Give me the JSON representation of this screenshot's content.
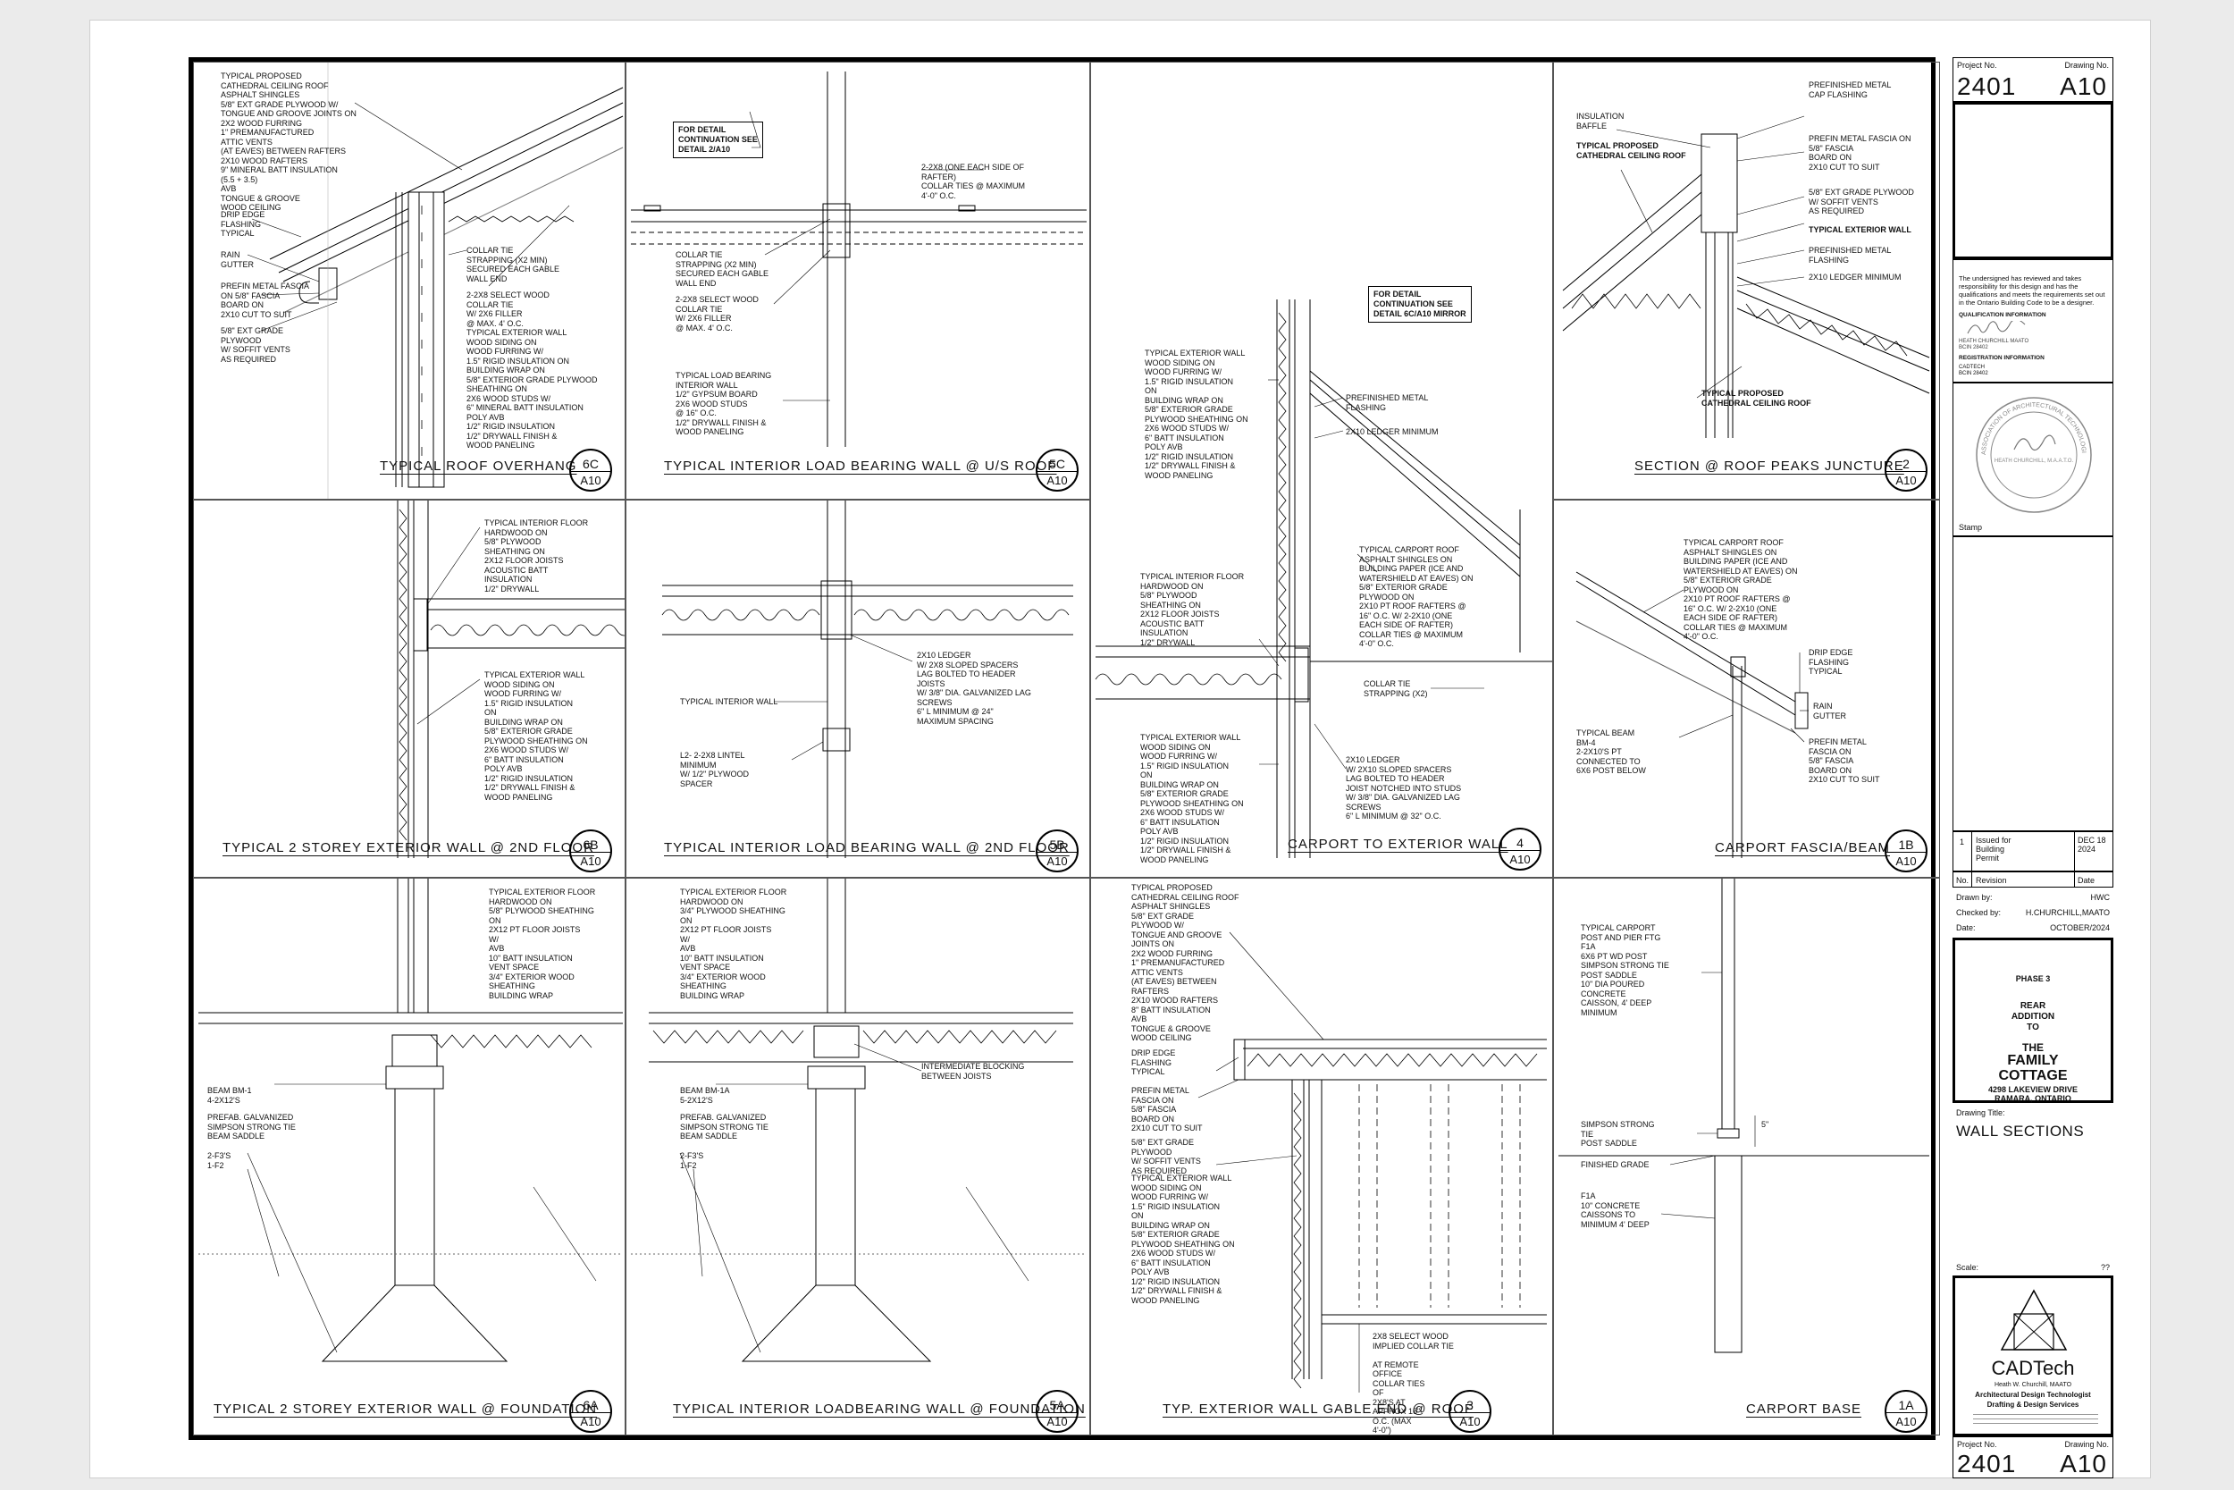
{
  "title_block": {
    "project_no_label": "Project No.",
    "drawing_no_label": "Drawing No.",
    "project_no": "2401",
    "drawing_no": "A10",
    "certification_text": "The undersigned has reviewed and takes responsibility for this design and has the qualifications and meets the requirements set out in the Ontario Building Code to be a designer.",
    "qualification_label": "QUALIFICATION INFORMATION",
    "qualification_name": "HEATH CHURCHILL MAATO",
    "qualification_bcin": "BCIN 28402",
    "registration_label": "REGISTRATION INFORMATION",
    "registration_name": "CADTECH",
    "registration_bcin": "BCIN 28402",
    "stamp_label": "Stamp",
    "seal_text": "ASSOCIATION OF ARCHITECTURAL TECHNOLOGISTS OF ONTARIO",
    "seal_inner": "HEATH CHURCHILL, M.A.A.T.O.",
    "revision": {
      "no": "1",
      "text": "Issued for Building Permit",
      "date": "DEC 18 2024"
    },
    "revision_headers": {
      "no": "No.",
      "revision": "Revision",
      "date": "Date"
    },
    "drawn_by_label": "Drawn by:",
    "drawn_by": "HWC",
    "checked_by_label": "Checked by:",
    "checked_by": "H.CHURCHILL,MAATO",
    "date_label": "Date:",
    "date": "OCTOBER/2024",
    "phase": "PHASE 3",
    "project_line1": "REAR",
    "project_line2": "ADDITION",
    "project_line3": "TO",
    "project_line4": "THE",
    "project_line5": "FAMILY",
    "project_line6": "COTTAGE",
    "address1": "4298 LAKEVIEW DRIVE",
    "address2": "RAMARA, ONTARIO",
    "drawing_title_label": "Drawing Title:",
    "drawing_title": "WALL SECTIONS",
    "scale_label": "Scale:",
    "scale": "??",
    "company_name": "CADTech",
    "company_person": "Heath W. Churchill, MAATO",
    "company_role": "Architectural Design Technologist",
    "company_services": "Drafting & Design Services"
  },
  "details": {
    "d6c": {
      "title": "TYPICAL ROOF OVERHANG",
      "num": "6C",
      "sheet": "A10"
    },
    "d5c": {
      "title": "TYPICAL INTERIOR LOAD BEARING WALL @ U/S ROOF",
      "num": "5C",
      "sheet": "A10"
    },
    "d4": {
      "title": "CARPORT TO EXTERIOR WALL",
      "num": "4",
      "sheet": "A10"
    },
    "d2": {
      "title": "SECTION @ ROOF PEAKS JUNCTURE",
      "num": "2",
      "sheet": "A10"
    },
    "d6b": {
      "title": "TYPICAL 2 STOREY EXTERIOR WALL @ 2ND FLOOR",
      "num": "6B",
      "sheet": "A10"
    },
    "d5b": {
      "title": "TYPICAL INTERIOR LOAD BEARING WALL @ 2ND FLOOR",
      "num": "5B",
      "sheet": "A10"
    },
    "d1b": {
      "title": "CARPORT FASCIA/BEAM",
      "num": "1B",
      "sheet": "A10"
    },
    "d6a": {
      "title": "TYPICAL 2 STOREY EXTERIOR WALL @ FOUNDATION",
      "num": "6A",
      "sheet": "A10"
    },
    "d5a": {
      "title": "TYPICAL INTERIOR LOADBEARING WALL @ FOUNDATION",
      "num": "5A",
      "sheet": "A10"
    },
    "d3": {
      "title": "TYP. EXTERIOR WALL GABLE END @ ROOF",
      "num": "3",
      "sheet": "A10"
    },
    "d1a": {
      "title": "CARPORT BASE",
      "num": "1A",
      "sheet": "A10"
    }
  },
  "notes": {
    "n6c_roof": "TYPICAL PROPOSED\nCATHEDRAL CEILING ROOF\nASPHALT SHINGLES\n5/8\" EXT GRADE PLYWOOD W/\nTONGUE AND GROOVE JOINTS ON\n2x2 WOOD FURRING\n1\" PREMANUFACTURED\nATTIC VENTS\n(AT EAVES) BETWEEN RAFTERS\n2x10 WOOD RAFTERS\n9\" MINERAL BATT INSULATION\n(5.5 + 3.5)\nAVB\nTONGUE & GROOVE\nWOOD CEILING",
    "n6c_drip": "DRIP EDGE\nFLASHING\nTYPICAL",
    "n6c_gutter": "RAIN\nGUTTER",
    "n6c_fascia": "PREFIN METAL FASCIA\nON 5/8\" FASCIA\nBOARD ON\n2x10 CUT TO SUIT",
    "n6c_ply": "5/8\" EXT GRADE\nPLYWOOD\nW/ SOFFIT VENTS\nAS REQUIRED",
    "n6c_tie": "COLLAR TIE\nSTRAPPING (X2 MIN)\nSECURED EACH GABLE\nWALL END",
    "n6c_collar": "2-2x8 SELECT WOOD\nCOLLAR TIE\nW/ 2X6 FILLER\n@ MAX. 4' O.C.",
    "n6c_wall": "TYPICAL EXTERIOR WALL\nWOOD SIDING ON\nWOOD FURRING W/\n1.5\" RIGID INSULATION ON\nBUILDING WRAP ON\n5/8\" EXTERIOR GRADE PLYWOOD\nSHEATHING ON\n2x6 WOOD STUDS W/\n6\" MINERAL BATT INSULATION\nPOLY AVB\n1/2\" RIGID INSULATION\n1/2\" DRYWALL FINISH &\nWOOD PANELING",
    "n5c_box": "FOR DETAIL\nCONTINUATION SEE\nDETAIL 2/A10",
    "n5c_collar2": "2-2x8 (ONE EACH SIDE OF\nRAFTER)\nCOLLAR TIES @ MAXIMUM\n4'-0\" O.C.",
    "n5c_tie": "COLLAR TIE\nSTRAPPING (X2 MIN)\nSECURED EACH GABLE\nWALL END",
    "n5c_collar": "2-2x8 SELECT WOOD\nCOLLAR TIE\nW/ 2X6 FILLER\n@ MAX. 4' O.C.",
    "n5c_wall": "TYPICAL LOAD BEARING\nINTERIOR WALL\n1/2\" GYPSUM BOARD\n2x6 WOOD STUDS\n@ 16\" O.C.\n1/2\" DRYWALL FINISH &\nWOOD PANELING",
    "n4_box": "FOR DETAIL\nCONTINUATION SEE\nDETAIL 6C/A10 MIRROR",
    "n4_flash": "PREFINISHED METAL\nFLASHING",
    "n4_ledger": "2x10 LEDGER MINIMUM",
    "n4_wall": "TYPICAL EXTERIOR WALL\nWOOD SIDING ON\nWOOD FURRING W/\n1.5\" RIGID INSULATION\nON\nBUILDING WRAP ON\n5/8\" EXTERIOR GRADE\nPLYWOOD SHEATHING ON\n2x6 WOOD STUDS W/\n6\" BATT INSULATION\nPOLY AVB\n1/2\" RIGID INSULATION\n1/2\" DRYWALL FINISH &\nWOOD PANELING",
    "n4_roof": "TYPICAL CARPORT ROOF\nASPHALT SHINGLES ON\nBUILDING PAPER (ICE AND\nWATERSHIELD AT EAVES) ON\n5/8\" EXTERIOR GRADE\nPLYWOOD ON\n2x10 PT ROOF RAFTERS @\n16\" O.C. W/ 2-2x10 (ONE\nEACH SIDE OF RAFTER)\nCOLLAR TIES @ MAXIMUM\n4'-0\" O.C.",
    "n4_floor": "TYPICAL INTERIOR FLOOR\nHARDWOOD ON\n5/8\" PLYWOOD\nSHEATHING ON\n2x12 FLOOR JOISTS\nACOUSTIC BATT\nINSULATION\n1/2\" DRYWALL",
    "n4_strap": "COLLAR TIE\nSTRAPPING (X2)",
    "n4_wall2": "TYPICAL EXTERIOR WALL\nWOOD SIDING ON\nWOOD FURRING W/\n1.5\" RIGID INSULATION\nON\nBUILDING WRAP ON\n5/8\" EXTERIOR GRADE\nPLYWOOD SHEATHING ON\n2x6 WOOD STUDS W/\n6\" BATT INSULATION\nPOLY AVB\n1/2\" RIGID INSULATION\n1/2\" DRYWALL FINISH &\nWOOD PANELING",
    "n4_ledger2": "2x10 LEDGER\nW/ 2x10 SLOPED SPACERS\nLAG BOLTED TO HEADER\nJOIST NOTCHED INTO STUDS\nW/ 3/8\" DIA. GALVANIZED LAG\nSCREWS\n6\" L MINIMUM @ 32\" O.C.",
    "n2_baffle": "INSULATION\nBAFFLE",
    "n2_roof": "TYPICAL PROPOSED\nCATHEDRAL CEILING ROOF",
    "n2_cap": "PREFINISHED METAL\nCAP FLASHING",
    "n2_fascia": "PREFIN METAL FASCIA ON\n5/8\" FASCIA\nBOARD ON\n2x10 CUT TO SUIT",
    "n2_ply": "5/8\" EXT GRADE PLYWOOD\nW/ SOFFIT VENTS\nAS REQUIRED",
    "n2_wall": "TYPICAL EXTERIOR WALL",
    "n2_flash": "PREFINISHED METAL\nFLASHING",
    "n2_ledger": "2x10 LEDGER MINIMUM",
    "n2_roof2": "TYPICAL PROPOSED\nCATHEDRAL CEILING ROOF",
    "n6b_floor": "TYPICAL INTERIOR FLOOR\nHARDWOOD ON\n5/8\" PLYWOOD\nSHEATHING ON\n2x12 FLOOR JOISTS\nACOUSTIC BATT\nINSULATION\n1/2\" DRYWALL",
    "n6b_wall": "TYPICAL EXTERIOR WALL\nWOOD SIDING ON\nWOOD FURRING W/\n1.5\" RIGID INSULATION\nON\nBUILDING WRAP ON\n5/8\" EXTERIOR GRADE\nPLYWOOD SHEATHING ON\n2x6 WOOD STUDS W/\n6\" BATT INSULATION\nPOLY AVB\n1/2\" RIGID INSULATION\n1/2\" DRYWALL FINISH &\nWOOD PANELING",
    "n5b_ledger": "2x10 LEDGER\nW/ 2x8 SLOPED SPACERS\nLAG BOLTED TO HEADER\nJOISTS\nW/ 3/8\" DIA. GALVANIZED LAG\nSCREWS\n6\" L MINIMUM @ 24\"\nMAXIMUM SPACING",
    "n5b_wall": "TYPICAL INTERIOR WALL",
    "n5b_lintel": "L2- 2-2x8 LINTEL\nMINIMUM\nW/ 1/2\" PLYWOOD\nSPACER",
    "n1b_roof": "TYPICAL CARPORT ROOF\nASPHALT SHINGLES ON\nBUILDING PAPER (ICE AND\nWATERSHIELD AT EAVES) ON\n5/8\" EXTERIOR GRADE\nPLYWOOD ON\n2x10 PT ROOF RAFTERS @\n16\" O.C. W/ 2-2x10 (ONE\nEACH SIDE OF RAFTER)\nCOLLAR TIES @ MAXIMUM\n4'-0\" O.C.",
    "n1b_drip": "DRIP EDGE\nFLASHING\nTYPICAL",
    "n1b_gutter": "RAIN\nGUTTER",
    "n1b_beam": "TYPICAL BEAM\nBM-4\n2-2x10'S PT\nCONNECTED TO\n6X6 POST BELOW",
    "n1b_fascia": "PREFIN METAL\nFASCIA ON\n5/8\" FASCIA\nBOARD ON\n2x10 CUT TO SUIT",
    "n6a_floor": "TYPICAL EXTERIOR FLOOR\nHARDWOOD ON\n5/8\" PLYWOOD SHEATHING\nON\n2x12 PT FLOOR JOISTS\nW/\nAVB\n10\" BATT INSULATION\nVENT SPACE\n3/4\" EXTERIOR WOOD\nSHEATHING\nBUILDING WRAP",
    "n6a_beam": "BEAM BM-1\n4-2x12'S",
    "n6a_saddle": "PREFAB. GALVANIZED\nSIMPSON STRONG TIE\nBEAM SADDLE",
    "n6a_f3": "2-F3's\n1-F2",
    "n5a_floor": "TYPICAL EXTERIOR FLOOR\nHARDWOOD ON\n3/4\" PLYWOOD SHEATHING\nON\n2x12 PT FLOOR JOISTS\nW/\nAVB\n10\" BATT INSULATION\nVENT SPACE\n3/4\" EXTERIOR WOOD\nSHEATHING\nBUILDING WRAP",
    "n5a_block": "INTERMEDIATE BLOCKING\nBETWEEN JOISTS",
    "n5a_beam": "BEAM BM-1A\n5-2x12'S",
    "n5a_saddle": "PREFAB. GALVANIZED\nSIMPSON STRONG TIE\nBEAM SADDLE",
    "n5a_f3": "2-F3's\n1-F2",
    "n3_roof": "TYPICAL PROPOSED\nCATHEDRAL CEILING ROOF\nASPHALT SHINGLES\n5/8\" EXT GRADE\nPLYWOOD W/\nTONGUE AND GROOVE\nJOINTS ON\n2x2 WOOD FURRING\n1\" PREMANUFACTURED\nATTIC VENTS\n(AT EAVES) BETWEEN\nRAFTERS\n2x10 WOOD RAFTERS\n8\" BATT INSULATION\nAVB\nTONGUE & GROOVE\nWOOD CEILING",
    "n3_drip": "DRIP EDGE\nFLASHING\nTYPICAL",
    "n3_fascia": "PREFIN METAL\nFASCIA ON\n5/8\" FASCIA\nBOARD ON\n2x10 CUT TO SUIT",
    "n3_ply": "5/8\" EXT GRADE\nPLYWOOD\nW/ SOFFIT VENTS\nAS REQUIRED",
    "n3_wall": "TYPICAL EXTERIOR WALL\nWOOD SIDING ON\nWOOD FURRING W/\n1.5\" RIGID INSULATION\nON\nBUILDING WRAP ON\n5/8\" EXTERIOR GRADE\nPLYWOOD SHEATHING ON\n2x6 WOOD STUDS W/\n6\" BATT INSULATION\nPOLY AVB\n1/2\" RIGID INSULATION\n1/2\" DRYWALL FINISH &\nWOOD PANELING",
    "n3_collar": "2x8 SELECT WOOD\nIMPLIED COLLAR TIE\n\nAT REMOTE\nOFFICE\nCOLLAR TIES\nOF\n2x8'S AT\nAPPROX 16\"\nO.C. (MAX\n4'-0\")",
    "n1a_post": "TYPICAL CARPORT\nPOST AND PIER FTG\nF1A\n6x6 PT WD POST\nSIMPSON STRONG TIE\nPOST SADDLE\n10\" DIA POURED\nCONCRETE\nCAISSON, 4' DEEP\nMINIMUM",
    "n1a_saddle": "SIMPSON STRONG\nTIE\nPOST SADDLE",
    "n1a_grade": "FINISHED GRADE",
    "n1a_f1a": "F1A\n10\" CONCRETE\nCAISSONS TO\nMINIMUM 4' DEEP",
    "n1a_dim": "5\""
  }
}
